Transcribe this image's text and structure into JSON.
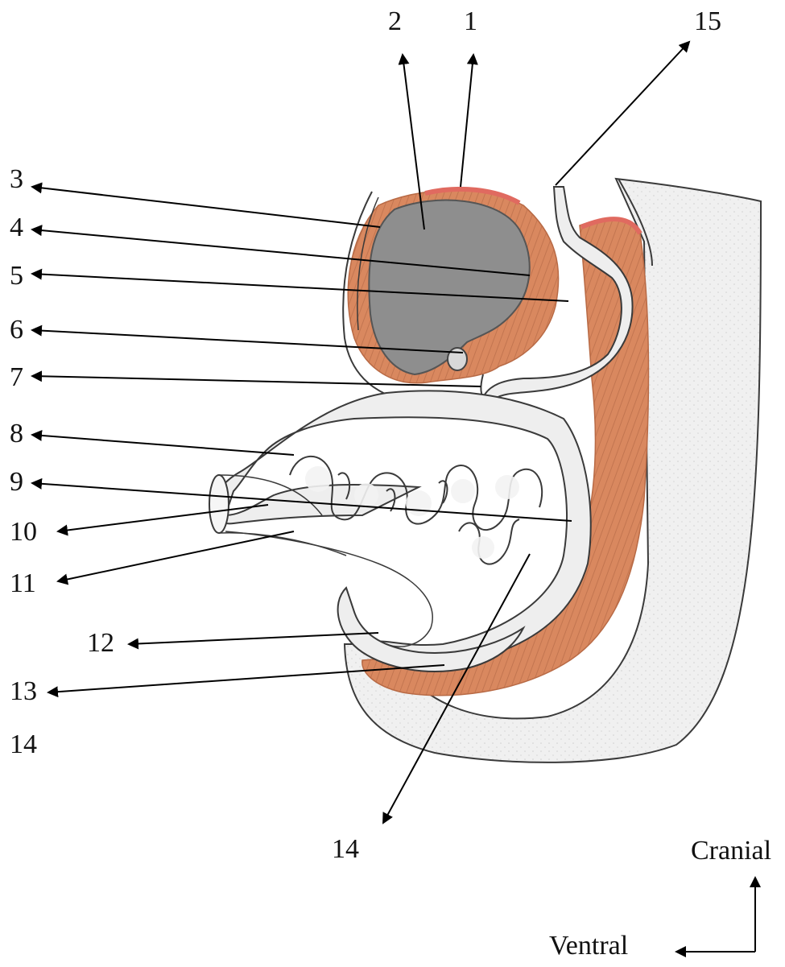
{
  "labels": {
    "l1": "1",
    "l2": "2",
    "l3": "3",
    "l4": "4",
    "l5": "5",
    "l6": "6",
    "l7": "7",
    "l8": "8",
    "l9": "9",
    "l10": "10",
    "l11": "11",
    "l12": "12",
    "l13": "13",
    "l14_left": "14",
    "l14_bottom": "14",
    "l15": "15"
  },
  "orientation": {
    "cranial": "Cranial",
    "ventral": "Ventral"
  },
  "colors": {
    "mesoderm": "#d9885f",
    "mesoderm_edge": "#b86a45",
    "epithelium": "#e06a60",
    "liver_bud": "#8e8e8e",
    "gut_tube": "#eeeeee",
    "gut_shadow": "#bdbdbd",
    "body_wall": "#ededed",
    "outline": "#3a3a3a"
  }
}
